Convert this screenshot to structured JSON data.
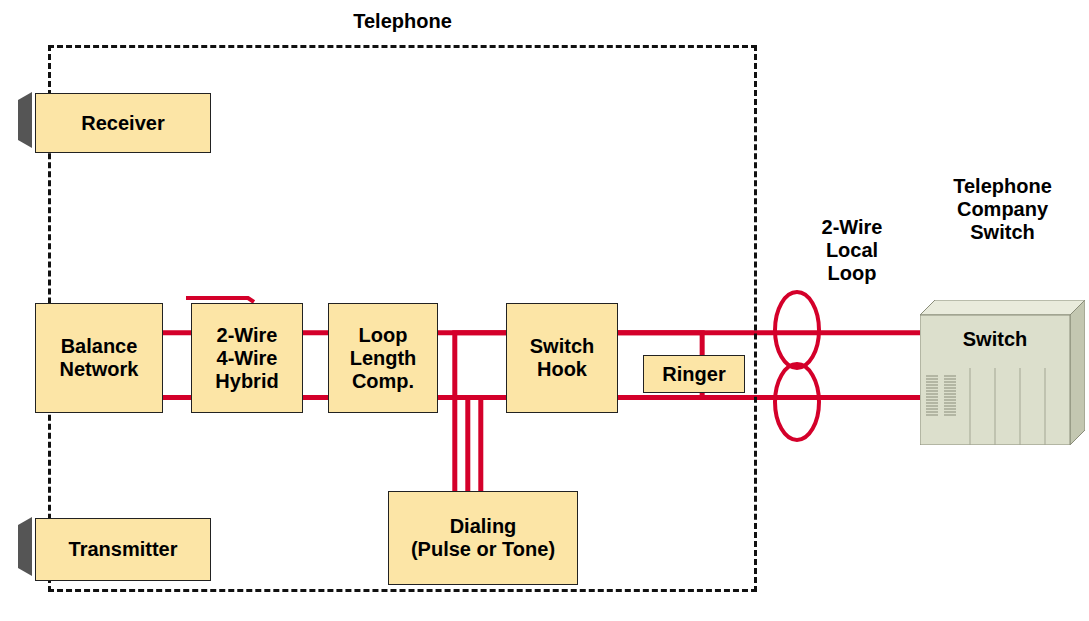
{
  "diagram": {
    "nodes": [
      {
        "text": [
          "Telephone"
        ]
      },
      {
        "text": [
          "Receiver"
        ],
        "in": 0
      },
      {
        "text": [
          "Balance Network"
        ],
        "in": 0
      },
      {
        "text": [
          "2-Wire 4-Wire Hybrid"
        ],
        "in": 0
      },
      {
        "text": [
          "Loop Length Comp."
        ],
        "in": 0
      },
      {
        "text": [
          "Switch Hook"
        ],
        "in": 0
      },
      {
        "text": [
          "Ringer"
        ],
        "in": 0
      },
      {
        "text": [
          "Dialing (Pulse or Tone)"
        ],
        "in": 0
      },
      {
        "text": [
          "Transmitter"
        ],
        "in": 0
      },
      {
        "text": [
          "Telephone Company Switch",
          "Switch"
        ]
      }
    ],
    "edges": [
      {
        "from": 2,
        "to": 3,
        "arrow": "none"
      },
      {
        "from": 3,
        "to": 4,
        "arrow": "none"
      },
      {
        "from": 4,
        "to": 5,
        "arrow": "none"
      },
      {
        "from": 7,
        "to": 5,
        "arrow": "none"
      },
      {
        "from": 5,
        "to": 6,
        "arrow": "none"
      },
      {
        "from": 5,
        "to": 9,
        "arrow": "none"
      }
    ],
    "labels": [
      "2-Wire Local Loop"
    ]
  }
}
